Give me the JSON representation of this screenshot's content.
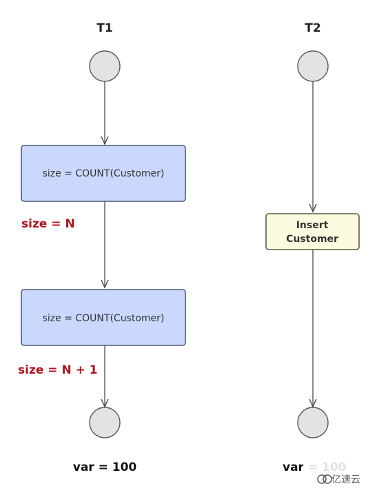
{
  "lanes": {
    "t1": {
      "title": "T1",
      "first_action": "size = COUNT(Customer)",
      "first_result": "size = N",
      "second_action": "size = COUNT(Customer)",
      "second_result": "size = N + 1",
      "final_var": "var = 100"
    },
    "t2": {
      "title": "T2",
      "action_line1": "Insert",
      "action_line2": "Customer",
      "final_var": "var = 100"
    }
  },
  "watermark": {
    "text": "亿速云"
  },
  "colors": {
    "node_fill": "#e3e3e3",
    "action_fill": "#c9d8fc",
    "action_stroke": "#4d5b75",
    "insert_fill": "#fcfbdf",
    "result_text": "#b0161e"
  }
}
